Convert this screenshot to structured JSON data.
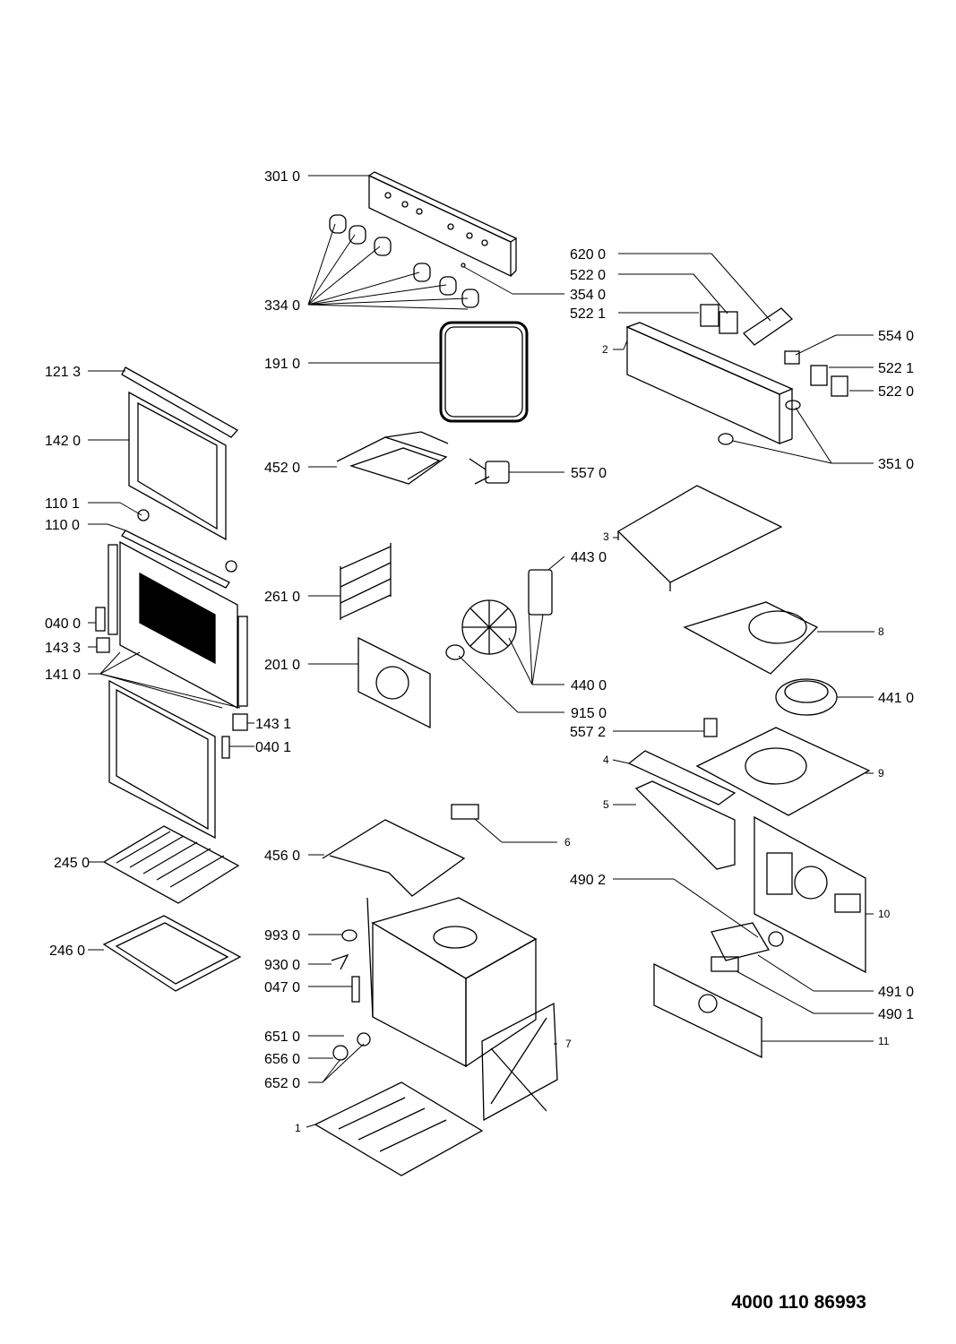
{
  "labels": {
    "l3010": "301 0",
    "l3340": "334 0",
    "l3540": "354 0",
    "l6200": "620 0",
    "l5220a": "522 0",
    "l5221a": "522 1",
    "l2": "2",
    "l5540": "554 0",
    "l5221b": "522 1",
    "l5220b": "522 0",
    "l3510": "351 0",
    "l1910": "191 0",
    "l4520": "452 0",
    "l5570": "557 0",
    "l1213": "121 3",
    "l1420": "142 0",
    "l1101": "110 1",
    "l1100": "110 0",
    "l0400": "040 0",
    "l1433": "143 3",
    "l1410": "141 0",
    "l1431": "143 1",
    "l0401": "040 1",
    "l2610": "261 0",
    "l2010": "201 0",
    "l3": "3",
    "l4430": "443 0",
    "l4400": "440 0",
    "l9150": "915 0",
    "l8": "8",
    "l4410": "441 0",
    "l5572": "557 2",
    "l4": "4",
    "l9": "9",
    "l5": "5",
    "l2450": "245 0",
    "l2460": "246 0",
    "l4560": "456 0",
    "l6": "6",
    "l4902": "490 2",
    "l10": "10",
    "l9930": "993 0",
    "l9300": "930 0",
    "l0470": "047 0",
    "l4910": "491 0",
    "l4901": "490 1",
    "l11": "11",
    "l6510": "651 0",
    "l6560": "656 0",
    "l6520": "652 0",
    "l7": "7",
    "l1": "1"
  },
  "document_number": "4000 110 86993"
}
